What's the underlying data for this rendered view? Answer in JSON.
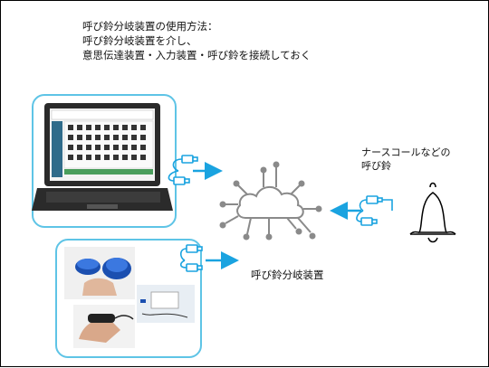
{
  "title": {
    "line1": "呼び鈴分岐装置の使用方法：",
    "line2": "呼び鈴分岐装置を介し、",
    "line3": "意思伝達装置・入力装置・呼び鈴を接続しておく"
  },
  "labels": {
    "nurse_call_line1": "ナースコールなどの",
    "nurse_call_line2": "呼び鈴",
    "branch_device": "呼び鈴分岐装置"
  },
  "colors": {
    "panel_border": "#5ec4e6",
    "arrow": "#1aa3e0",
    "cloud_stroke": "#8a8a8a"
  }
}
